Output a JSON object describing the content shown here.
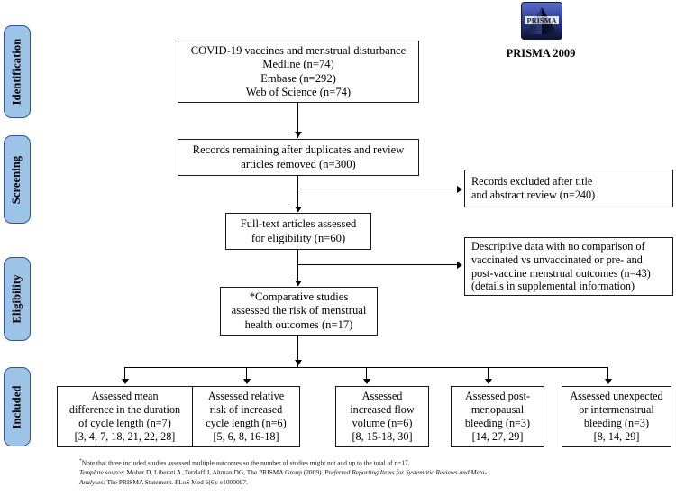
{
  "document": {
    "type": "prisma-flow-diagram",
    "title": "PRISMA 2009 Flow Diagram",
    "logo_caption": "PRISMA 2009",
    "logo_text": "PRISMA",
    "accent_color": "#9dc3e6",
    "accent_border_color": "#2f5597",
    "line_color": "#000000"
  },
  "stages": [
    {
      "id": "identification",
      "label": "Identification"
    },
    {
      "id": "screening",
      "label": "Screening"
    },
    {
      "id": "eligibility",
      "label": "Eligibility"
    },
    {
      "id": "included",
      "label": "Included"
    }
  ],
  "boxes": {
    "records_identified": {
      "lines": [
        "COVID-19 vaccines and menstrual disturbance",
        "Medline (n=74)",
        "Embase (n=292)",
        "Web of Science (n=74)"
      ]
    },
    "records_remaining": {
      "lines": [
        "Records remaining after duplicates and review",
        "articles removed (n=300)"
      ]
    },
    "records_excluded": {
      "lines": [
        "Records excluded after title",
        "and abstract review (n=240)"
      ]
    },
    "fulltext_assessed": {
      "lines": [
        "Full-text articles assessed",
        "for eligibility (n=60)"
      ]
    },
    "descriptive_excluded": {
      "lines": [
        "Descriptive data with no comparison of",
        "vaccinated vs unvaccinated or pre- and",
        "post-vaccine menstrual outcomes (n=43)",
        "(details in supplemental information)"
      ]
    },
    "comparative_studies": {
      "lines": [
        "*Comparative studies",
        "assessed the risk of menstrual",
        "health outcomes (n=17)"
      ]
    }
  },
  "outcomes": [
    {
      "id": "mean-difference-cycle-length",
      "lines": [
        "Assessed mean",
        "difference in the duration",
        "of cycle length (n=7)",
        "[3, 4, 7, 18, 21, 22, 28]"
      ],
      "n": 7,
      "refs": "[3, 4, 7, 18, 21, 22, 28]"
    },
    {
      "id": "relative-risk-increased-cycle-length",
      "lines": [
        "Assessed relative",
        "risk of increased",
        "cycle length (n=6)",
        "[5, 6, 8, 16-18]"
      ],
      "n": 6,
      "refs": "[5, 6, 8, 16-18]"
    },
    {
      "id": "increased-flow-volume",
      "lines": [
        "Assessed",
        "increased flow",
        "volume (n=6)",
        "[8, 15-18, 30]"
      ],
      "n": 6,
      "refs": "[8, 15-18, 30]"
    },
    {
      "id": "post-menopausal-bleeding",
      "lines": [
        "Assessed post-",
        "menopausal",
        "bleeding (n=3)",
        "[14, 27, 29]"
      ],
      "n": 3,
      "refs": "[14, 27, 29]"
    },
    {
      "id": "unexpected-or-intermenstrual-bleeding",
      "lines": [
        "Assessed unexpected",
        "or intermenstrual",
        "bleeding (n=3)",
        "[8, 14, 29]"
      ],
      "n": 3,
      "refs": "[8, 14, 29]"
    }
  ],
  "footnote": {
    "marker": "*",
    "line1": "Note that three included studies assessed multiple outcomes so the number of studies might not add up to the total of n=17.",
    "line2_label": "Template source:",
    "line2_rest": " Moher D, Liberati A, Tetzlaff J, Altman DG, The PRISMA Group (2009). ",
    "line2_italic": "Preferred Reporting Items for Systematic Reviews and Meta-",
    "line3_italic": "Analyses:",
    "line3_rest": " The PRISMA Statement. PLoS Med 6(6): e1000097."
  }
}
